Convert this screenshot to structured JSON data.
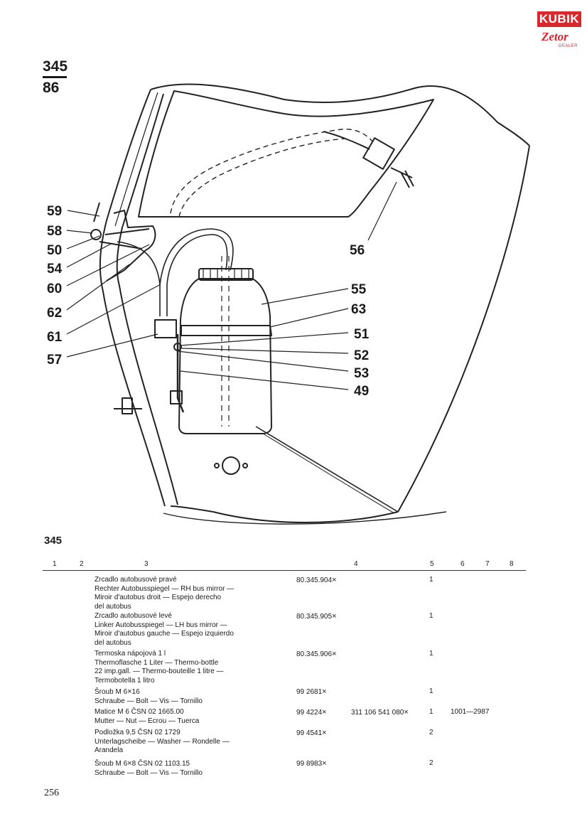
{
  "logo": {
    "brand": "KUBIK",
    "sub_brand": "Zetor",
    "tagline": "DEALER"
  },
  "figure": {
    "number": "345",
    "page_ref": "86",
    "callouts": {
      "c59": "59",
      "c58": "58",
      "c50": "50",
      "c54": "54",
      "c60": "60",
      "c62": "62",
      "c61": "61",
      "c57": "57",
      "c56": "56",
      "c55": "55",
      "c63": "63",
      "c51": "51",
      "c52": "52",
      "c53": "53",
      "c49": "49"
    }
  },
  "table": {
    "id": "345",
    "columns": [
      "1",
      "2",
      "3",
      "4",
      "5",
      "6",
      "7",
      "8"
    ],
    "rows": [
      {
        "desc": [
          "Zrcadlo autobusové pravé",
          "Rechter Autobusspiegel — RH bus mirror —",
          "Miroir d'autobus droit — Espejo derecho",
          "del autobus"
        ],
        "part": "80.345.904",
        "alt": "",
        "qty": "1",
        "note": ""
      },
      {
        "desc": [
          "Zrcadlo autobusové levé",
          "Linker Autobusspiegel — LH bus mirror —",
          "Miroir d'autobus gauche — Espejo izquierdo",
          "del autobus"
        ],
        "part": "80.345.905",
        "alt": "",
        "qty": "1",
        "note": ""
      },
      {
        "desc": [
          "Termoska nápojová 1 l",
          "Thermoflasche 1 Liter — Thermo-bottle",
          "22 imp.gall. — Thermo-bouteille 1 litre —",
          "Termobotella 1 litro"
        ],
        "part": "80.345.906",
        "alt": "",
        "qty": "1",
        "note": ""
      },
      {
        "desc": [
          "Šroub M 6",
          "Schraube — Bolt — Vis — Tornillo"
        ],
        "desc_suffix": "16",
        "part": "99 2681",
        "alt": "",
        "qty": "1",
        "note": ""
      },
      {
        "desc": [
          "Matice M 6 ČSN 02 1665.00",
          "Mutter — Nut — Ecrou — Tuerca"
        ],
        "part": "99 4224",
        "alt": "311 106 541 080",
        "qty": "1",
        "note": "1001—2987"
      },
      {
        "desc": [
          "Podložka 9,5 ČSN 02 1729",
          "Unterlagscheibe — Washer — Rondelle —",
          "Arandela"
        ],
        "part": "99 4541",
        "alt": "",
        "qty": "2",
        "note": ""
      },
      {
        "desc": [
          "Šroub M 6",
          "Schraube — Bolt — Vis — Tornillo"
        ],
        "desc_suffix": "8 ČSN 02 1103.15",
        "part": "99 8983",
        "alt": "",
        "qty": "2",
        "note": ""
      }
    ]
  },
  "page_number": "256",
  "colors": {
    "ink": "#1a1a1a",
    "brand_red": "#d9272e",
    "watermark": "#f2c9ca"
  },
  "icons": {
    "multiply_mark": "×"
  }
}
